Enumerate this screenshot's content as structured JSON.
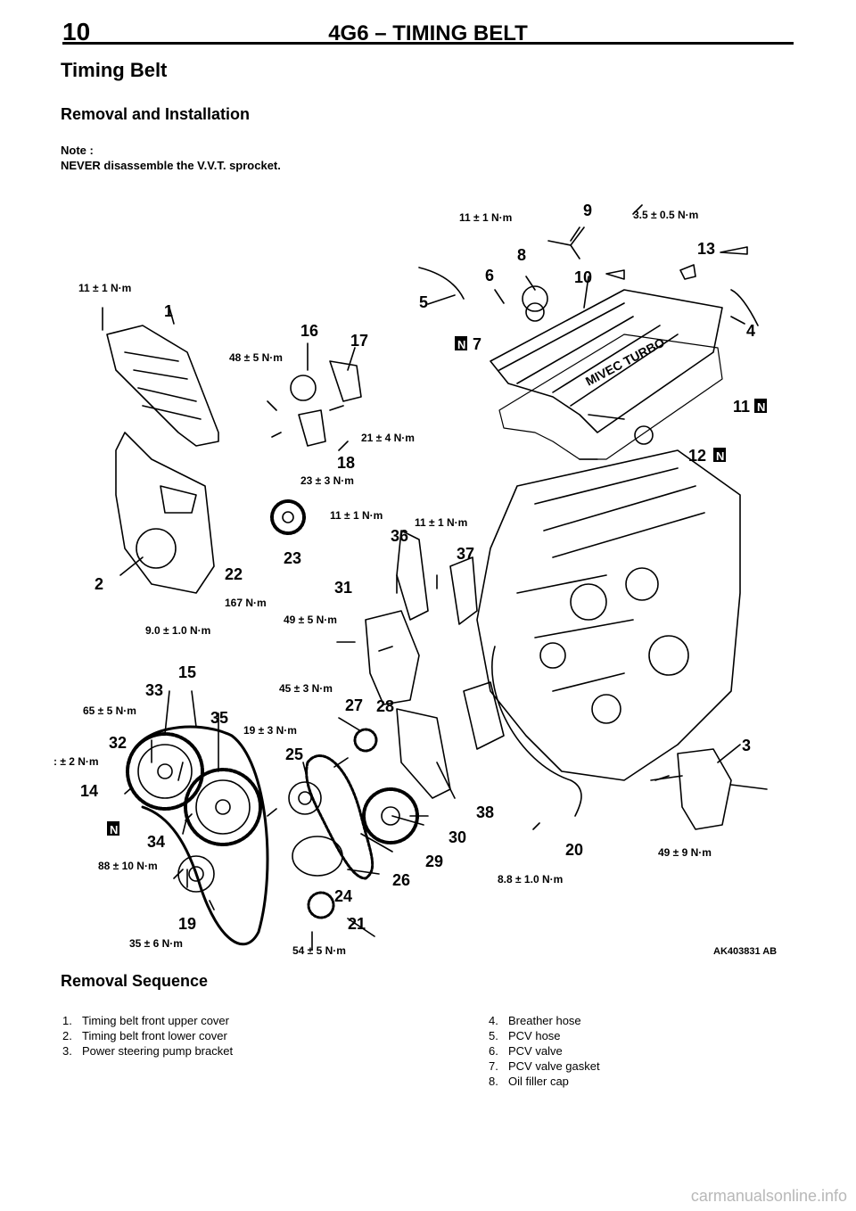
{
  "header": {
    "page_number": "10",
    "title": "4G6 – TIMING BELT"
  },
  "section_title": "Timing Belt",
  "subsection_title": "Removal and Installation",
  "note": {
    "label": "Note :",
    "text": "NEVER disassemble the V.V.T. sprocket."
  },
  "diagram": {
    "figure_code": "AK403831 AB",
    "torque_labels": [
      "11 ± 1 N·m",
      "11 ± 1 N·m",
      "3.5 ± 0.5 N·m",
      "48 ± 5 N·m",
      "21 ± 4 N·m",
      "23 ± 3 N·m",
      "11 ± 1 N·m",
      "11 ± 1 N·m",
      "167 N·m",
      "9.0 ± 1.0 N·m",
      "49 ± 5 N·m",
      "65 ± 5 N·m",
      "45 ± 3 N·m",
      "19 ± 3 N·m",
      ": ± 2 N·m",
      "88 ± 10 N·m",
      "35 ± 6 N·m",
      "54 ± 5 N·m",
      "8.8 ± 1.0 N·m",
      "49 ± 9 N·m"
    ],
    "part_numbers": [
      "1",
      "2",
      "3",
      "4",
      "5",
      "6",
      "7",
      "8",
      "9",
      "10",
      "11",
      "12",
      "13",
      "14",
      "15",
      "16",
      "17",
      "18",
      "19",
      "20",
      "21",
      "22",
      "23",
      "24",
      "25",
      "26",
      "27",
      "28",
      "29",
      "30",
      "31",
      "32",
      "33",
      "34",
      "35",
      "36",
      "37",
      "38"
    ],
    "new_part_mark": "N",
    "cover_lettering": "MIVEC TURBO"
  },
  "removal_sequence": {
    "title": "Removal Sequence",
    "left_items": [
      {
        "num": "1.",
        "text": "Timing belt front upper cover"
      },
      {
        "num": "2.",
        "text": "Timing belt front lower cover"
      },
      {
        "num": "3.",
        "text": "Power steering pump bracket"
      }
    ],
    "right_items": [
      {
        "num": "4.",
        "text": "Breather hose"
      },
      {
        "num": "5.",
        "text": "PCV hose"
      },
      {
        "num": "6.",
        "text": "PCV valve"
      },
      {
        "num": "7.",
        "text": "PCV valve gasket"
      },
      {
        "num": "8.",
        "text": "Oil filler cap"
      }
    ]
  },
  "watermark": "carmanualsonline.info"
}
